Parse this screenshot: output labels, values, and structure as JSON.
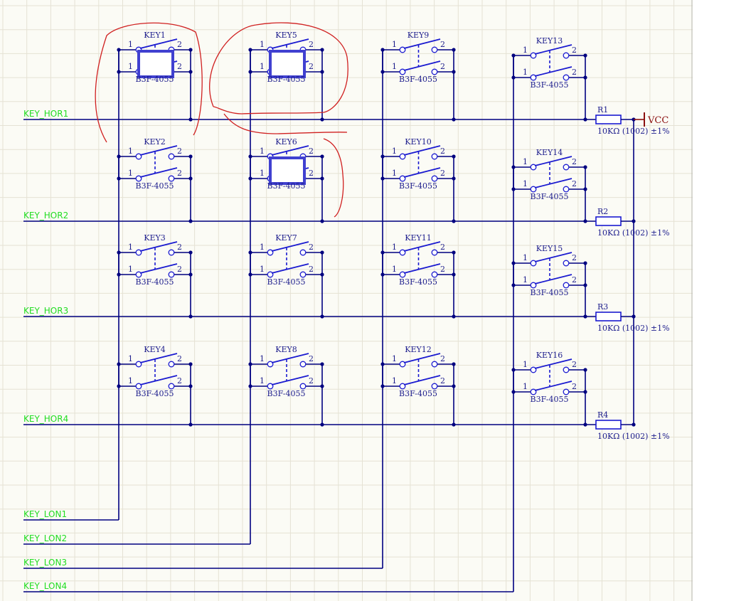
{
  "colors": {
    "background": "#fbfbf5",
    "grid": "#e5e2d4",
    "wire": "#000080",
    "component": "#1a1ad0",
    "label": "#1c1c8c",
    "net_label": "#22dd22",
    "power": "#8b1010",
    "annotation": "#d02020",
    "highlight": "#4040d0"
  },
  "nets": {
    "rows": [
      "KEY_HOR1",
      "KEY_HOR2",
      "KEY_HOR3",
      "KEY_HOR4"
    ],
    "cols": [
      "KEY_LON1",
      "KEY_LON2",
      "KEY_LON3",
      "KEY_LON4"
    ]
  },
  "keys": [
    {
      "designator": "KEY1",
      "part": "B3F-4055",
      "highlighted": true
    },
    {
      "designator": "KEY2",
      "part": "B3F-4055",
      "highlighted": false
    },
    {
      "designator": "KEY3",
      "part": "B3F-4055",
      "highlighted": false
    },
    {
      "designator": "KEY4",
      "part": "B3F-4055",
      "highlighted": false
    },
    {
      "designator": "KEY5",
      "part": "B3F-4055",
      "highlighted": true
    },
    {
      "designator": "KEY6",
      "part": "B3F-4055",
      "highlighted": true
    },
    {
      "designator": "KEY7",
      "part": "B3F-4055",
      "highlighted": false
    },
    {
      "designator": "KEY8",
      "part": "B3F-4055",
      "highlighted": false
    },
    {
      "designator": "KEY9",
      "part": "B3F-4055",
      "highlighted": false
    },
    {
      "designator": "KEY10",
      "part": "B3F-4055",
      "highlighted": false
    },
    {
      "designator": "KEY11",
      "part": "B3F-4055",
      "highlighted": false
    },
    {
      "designator": "KEY12",
      "part": "B3F-4055",
      "highlighted": false
    },
    {
      "designator": "KEY13",
      "part": "B3F-4055",
      "highlighted": false
    },
    {
      "designator": "KEY14",
      "part": "B3F-4055",
      "highlighted": false
    },
    {
      "designator": "KEY15",
      "part": "B3F-4055",
      "highlighted": false
    },
    {
      "designator": "KEY16",
      "part": "B3F-4055",
      "highlighted": false
    }
  ],
  "pins": {
    "left": "1",
    "right": "2"
  },
  "resistors": [
    {
      "designator": "R1",
      "value": "10KΩ (1002) ±1%"
    },
    {
      "designator": "R2",
      "value": "10KΩ (1002) ±1%"
    },
    {
      "designator": "R3",
      "value": "10KΩ (1002) ±1%"
    },
    {
      "designator": "R4",
      "value": "10KΩ (1002) ±1%"
    }
  ],
  "power": {
    "label": "VCC"
  }
}
